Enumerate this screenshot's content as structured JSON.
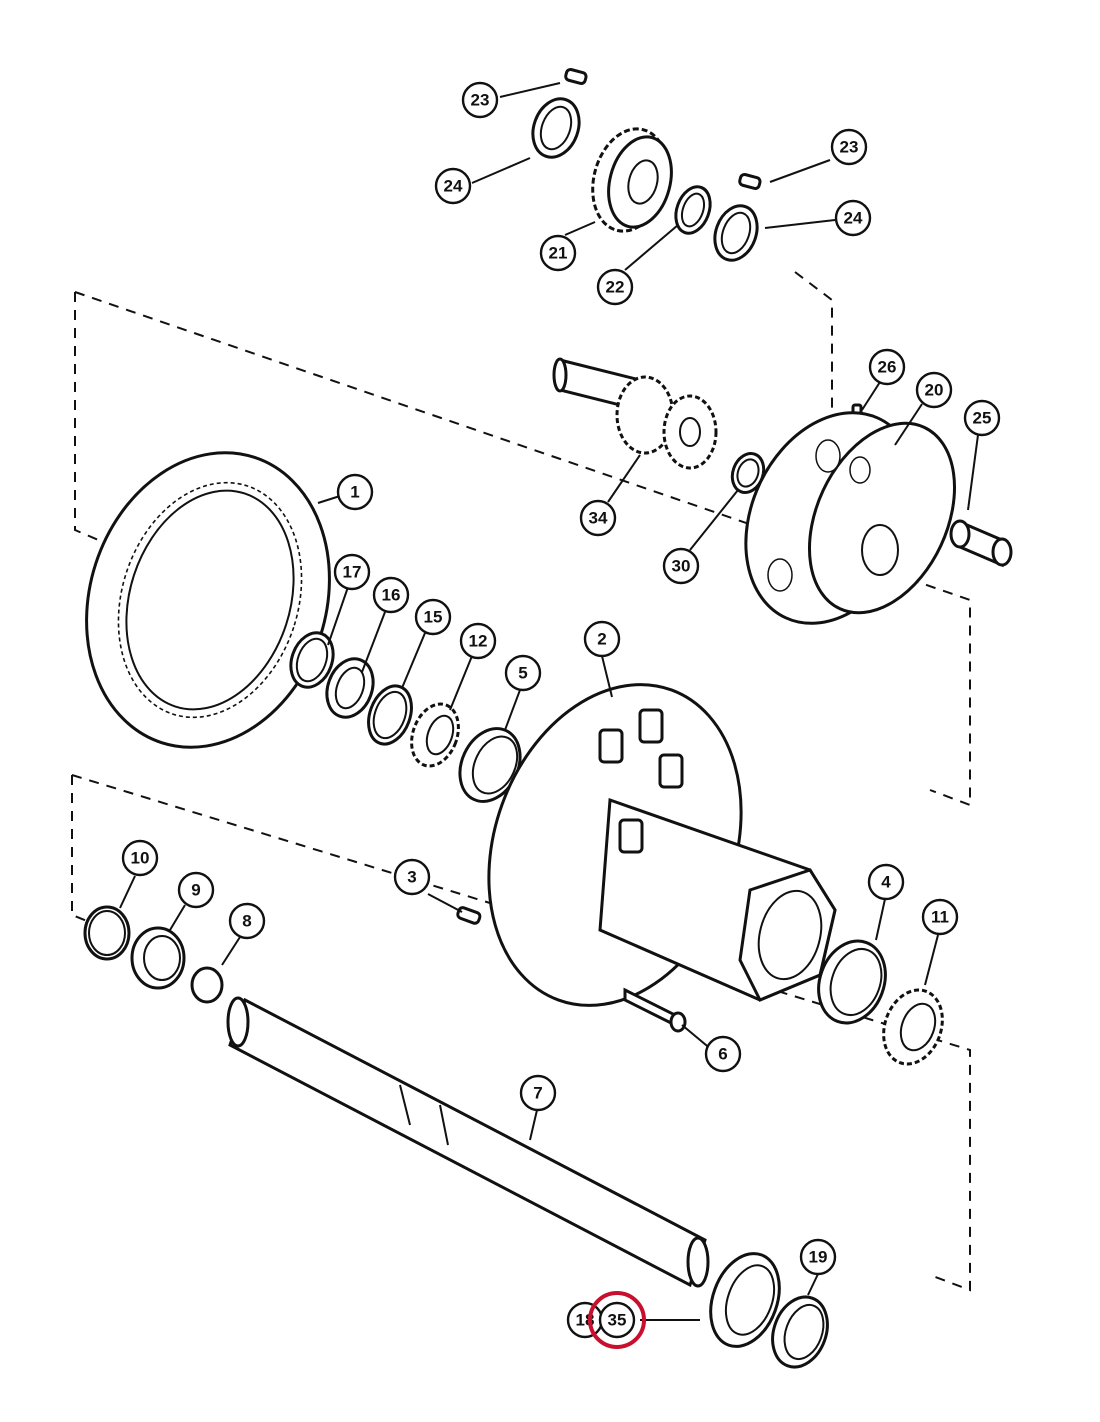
{
  "colors": {
    "line": "#111111",
    "highlight": "#c8102e",
    "background": "#ffffff"
  },
  "highlighted_callout": "35",
  "callouts": [
    {
      "id": "c23a",
      "label": "23"
    },
    {
      "id": "c24a",
      "label": "24"
    },
    {
      "id": "c23b",
      "label": "23"
    },
    {
      "id": "c24b",
      "label": "24"
    },
    {
      "id": "c21",
      "label": "21"
    },
    {
      "id": "c22",
      "label": "22"
    },
    {
      "id": "c26",
      "label": "26"
    },
    {
      "id": "c20",
      "label": "20"
    },
    {
      "id": "c25",
      "label": "25"
    },
    {
      "id": "c34",
      "label": "34"
    },
    {
      "id": "c30",
      "label": "30"
    },
    {
      "id": "c1",
      "label": "1"
    },
    {
      "id": "c17",
      "label": "17"
    },
    {
      "id": "c16",
      "label": "16"
    },
    {
      "id": "c15",
      "label": "15"
    },
    {
      "id": "c12",
      "label": "12"
    },
    {
      "id": "c5",
      "label": "5"
    },
    {
      "id": "c2",
      "label": "2"
    },
    {
      "id": "c10",
      "label": "10"
    },
    {
      "id": "c9",
      "label": "9"
    },
    {
      "id": "c8",
      "label": "8"
    },
    {
      "id": "c3",
      "label": "3"
    },
    {
      "id": "c4",
      "label": "4"
    },
    {
      "id": "c11",
      "label": "11"
    },
    {
      "id": "c6",
      "label": "6"
    },
    {
      "id": "c7",
      "label": "7"
    },
    {
      "id": "c19",
      "label": "19"
    },
    {
      "id": "c18",
      "label": "18"
    },
    {
      "id": "c35",
      "label": "35"
    }
  ]
}
